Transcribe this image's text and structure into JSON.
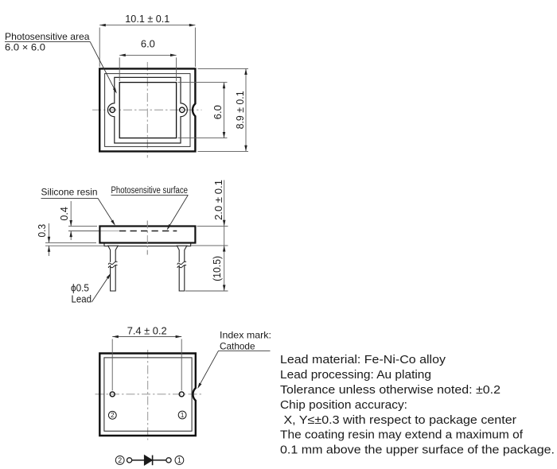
{
  "colors": {
    "outline": "#111111",
    "thin_line": "#333333",
    "dim_line": "#5a5a5a",
    "centerline": "#969696",
    "text": "#1a1a1a",
    "note_gray": "#4a4a4a",
    "background": "#ffffff"
  },
  "top_view": {
    "area_label": "Photosensitive area",
    "area_size": "6.0 × 6.0",
    "dim_package_width": "10.1 ± 0.1",
    "dim_area_width": "6.0",
    "dim_area_height": "6.0",
    "dim_package_height": "8.9 ± 0.1"
  },
  "side_view": {
    "resin_label": "Silicone resin",
    "surface_label": "Photosensitive surface",
    "dim_resin_depth": "0.4",
    "dim_base_thickness": "0.3",
    "dim_package_height": "2.0 ± 0.1",
    "dim_lead_length": "(10.5)",
    "lead_diameter": "ϕ0.5",
    "lead_label": "Lead"
  },
  "bottom_view": {
    "dim_lead_pitch": "7.4 ± 0.2",
    "index_label_line1": "Index mark:",
    "index_label_line2": "Cathode",
    "pin_left": "2",
    "pin_right": "1"
  },
  "circuit_symbol": {
    "pin_left": "2",
    "pin_right": "1"
  },
  "notes": {
    "lines": [
      "Lead material: Fe-Ni-Co alloy",
      "Lead processing: Au plating",
      "Tolerance unless otherwise noted: ±0.2",
      "Chip position accuracy:",
      " X, Y≤±0.3 with respect to package center",
      "The coating resin may extend a maximum of",
      "0.1 mm above the upper surface of the package."
    ]
  }
}
